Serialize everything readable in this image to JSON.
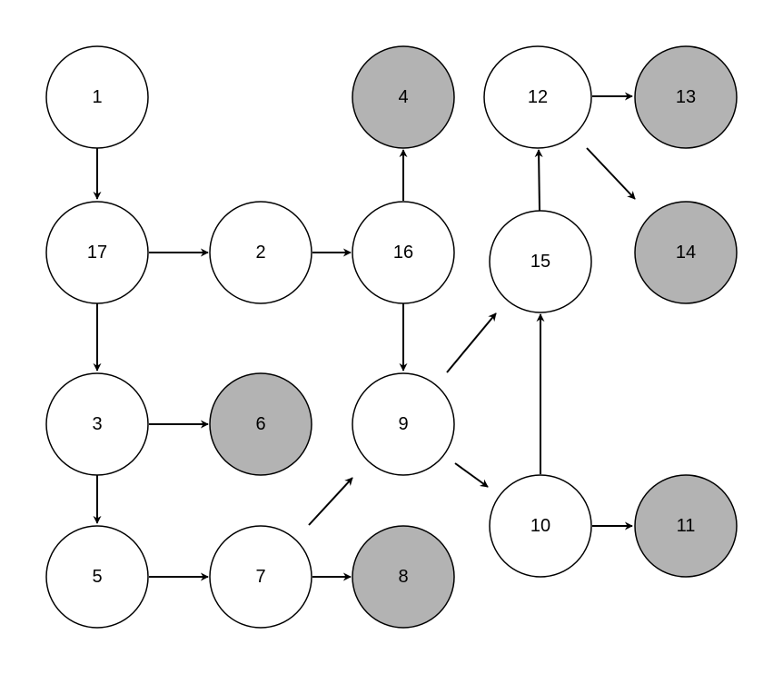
{
  "colors": {
    "white_fill": "#ffffff",
    "gray_fill": "#b3b3b3",
    "stroke": "#000000"
  },
  "nodes": [
    {
      "id": "n1",
      "label": "1",
      "fill": "white"
    },
    {
      "id": "n17",
      "label": "17",
      "fill": "white"
    },
    {
      "id": "n2",
      "label": "2",
      "fill": "white"
    },
    {
      "id": "n16",
      "label": "16",
      "fill": "white"
    },
    {
      "id": "n4",
      "label": "4",
      "fill": "gray"
    },
    {
      "id": "n3",
      "label": "3",
      "fill": "white"
    },
    {
      "id": "n6",
      "label": "6",
      "fill": "gray"
    },
    {
      "id": "n5",
      "label": "5",
      "fill": "white"
    },
    {
      "id": "n7",
      "label": "7",
      "fill": "white"
    },
    {
      "id": "n8",
      "label": "8",
      "fill": "gray"
    },
    {
      "id": "n9",
      "label": "9",
      "fill": "white"
    },
    {
      "id": "n10",
      "label": "10",
      "fill": "white"
    },
    {
      "id": "n11",
      "label": "11",
      "fill": "gray"
    },
    {
      "id": "n15",
      "label": "15",
      "fill": "white"
    },
    {
      "id": "n12",
      "label": "12",
      "fill": "white"
    },
    {
      "id": "n13",
      "label": "13",
      "fill": "gray"
    },
    {
      "id": "n14",
      "label": "14",
      "fill": "gray"
    }
  ],
  "edges": [
    {
      "from": "1",
      "to": "17"
    },
    {
      "from": "17",
      "to": "2"
    },
    {
      "from": "17",
      "to": "3"
    },
    {
      "from": "2",
      "to": "16"
    },
    {
      "from": "16",
      "to": "4"
    },
    {
      "from": "16",
      "to": "9"
    },
    {
      "from": "3",
      "to": "6"
    },
    {
      "from": "3",
      "to": "5"
    },
    {
      "from": "5",
      "to": "7"
    },
    {
      "from": "7",
      "to": "8"
    },
    {
      "from": "7",
      "to": "9"
    },
    {
      "from": "9",
      "to": "15"
    },
    {
      "from": "9",
      "to": "10"
    },
    {
      "from": "10",
      "to": "11"
    },
    {
      "from": "10",
      "to": "15"
    },
    {
      "from": "15",
      "to": "12"
    },
    {
      "from": "12",
      "to": "13"
    },
    {
      "from": "12",
      "to": "14"
    }
  ]
}
